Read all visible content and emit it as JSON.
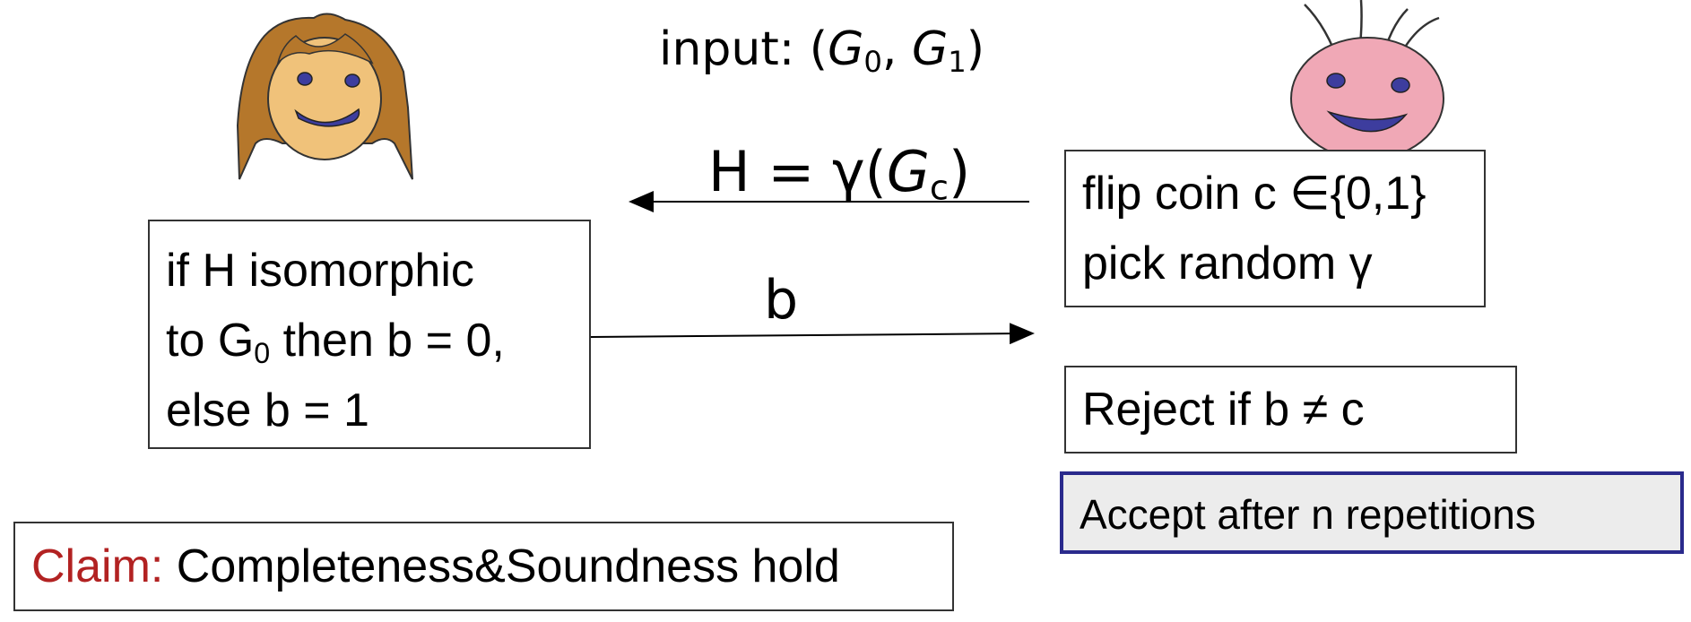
{
  "input_label": {
    "text": "input: (",
    "g0": "G",
    "g0_sub": "0",
    "sep": ", ",
    "g1": "G",
    "g1_sub": "1",
    "close": ")"
  },
  "message_h": {
    "lhs": "H = γ(",
    "g": "G",
    "g_sub": "c",
    "close": ")"
  },
  "message_b": "b",
  "prover_box": {
    "line1": "if H isomorphic",
    "line2_pre": "to  G",
    "line2_sub": "0",
    "line2_post": " then b = 0,",
    "line3": "else b = 1"
  },
  "verifier_box": {
    "line1": "flip coin c ∈{0,1}",
    "line2": "pick random γ"
  },
  "reject_box": "Reject if b ≠ c",
  "accept_box": "Accept after n repetitions",
  "claim": {
    "label": "Claim:",
    "text": " Completeness&Soundness hold"
  },
  "colors": {
    "claim_label": "#b22222",
    "accept_border": "#2a2a8c",
    "accept_fill": "#ececec",
    "prover_hair": "#b5772b",
    "prover_face": "#f0c27a",
    "verifier_face": "#f0a8b6",
    "mouth": "#3d3d9e"
  }
}
